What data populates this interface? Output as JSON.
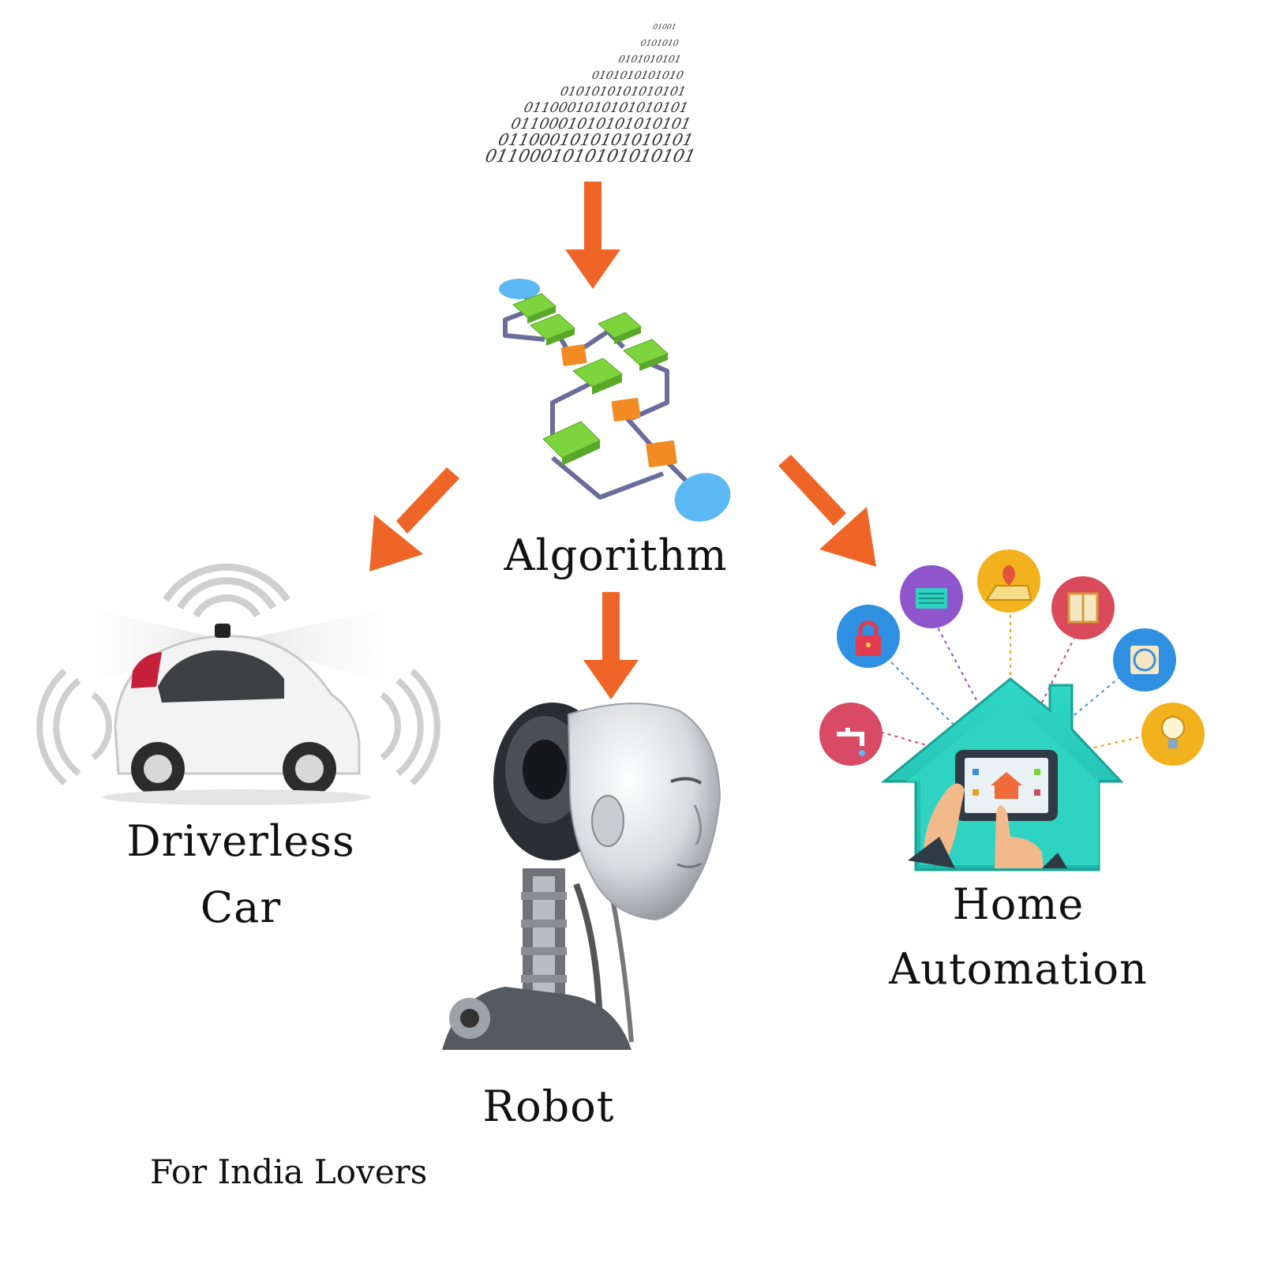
{
  "binary": {
    "lines": [
      "0110001010101010101",
      "0110001010101010101",
      "0110001010101010101",
      "0110001010101010101",
      "0101010101010101",
      "0101010101010",
      "0101010101",
      "0101010",
      "01001"
    ]
  },
  "labels": {
    "algorithm": "Algorithm",
    "driverless_line1": "Driverless",
    "driverless_line2": "Car",
    "robot": "Robot",
    "home_line1": "Home",
    "home_line2": "Automation",
    "watermark": "For India Lovers"
  },
  "colors": {
    "arrow": "#ef6527",
    "flow_green": "#7ed43c",
    "flow_orange": "#f28b22",
    "flow_blue": "#5cb8f2",
    "flow_line": "#6b6c9a",
    "house": "#23c9bb"
  },
  "icons": [
    "tap-icon",
    "lock-icon",
    "heater-icon",
    "map-pin-icon",
    "window-icon",
    "fan-icon",
    "bulb-icon"
  ]
}
